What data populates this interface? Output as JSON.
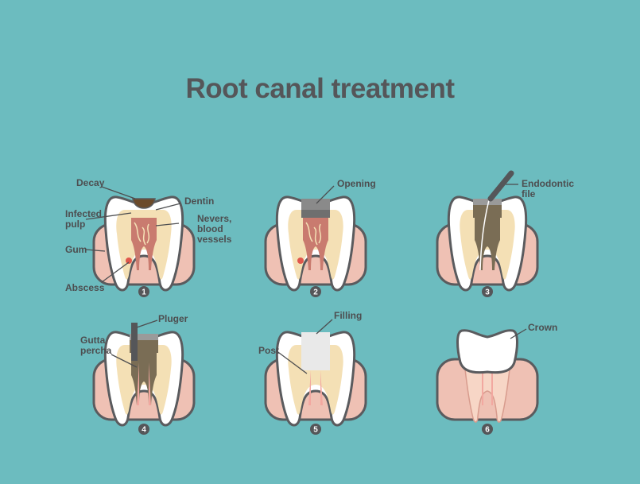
{
  "title": "Root canal treatment",
  "labels": {
    "decay": "Decay",
    "dentin": "Dentin",
    "infected_1": "Infected",
    "infected_2": "pulp",
    "nerves_1": "Nevers,",
    "nerves_2": "blood",
    "nerves_3": "vessels",
    "gum": "Gum",
    "abscess": "Abscess",
    "opening": "Opening",
    "endo_1": "Endodontic",
    "endo_2": "file",
    "pluger": "Pluger",
    "gutta_1": "Gutta",
    "gutta_2": "percha",
    "filling": "Filling",
    "post": "Post",
    "crown": "Crown"
  },
  "steps": [
    "1",
    "2",
    "3",
    "4",
    "5",
    "6"
  ],
  "colors": {
    "background": "#6cbcbf",
    "gum": "#efc1b4",
    "outline": "#5a5b5e",
    "dentin": "#f4e0b5",
    "pulp": "#c97b6f",
    "decay": "#6b4a2a",
    "filling": "#8a8a8a",
    "cleaned": "#7a6d55"
  }
}
